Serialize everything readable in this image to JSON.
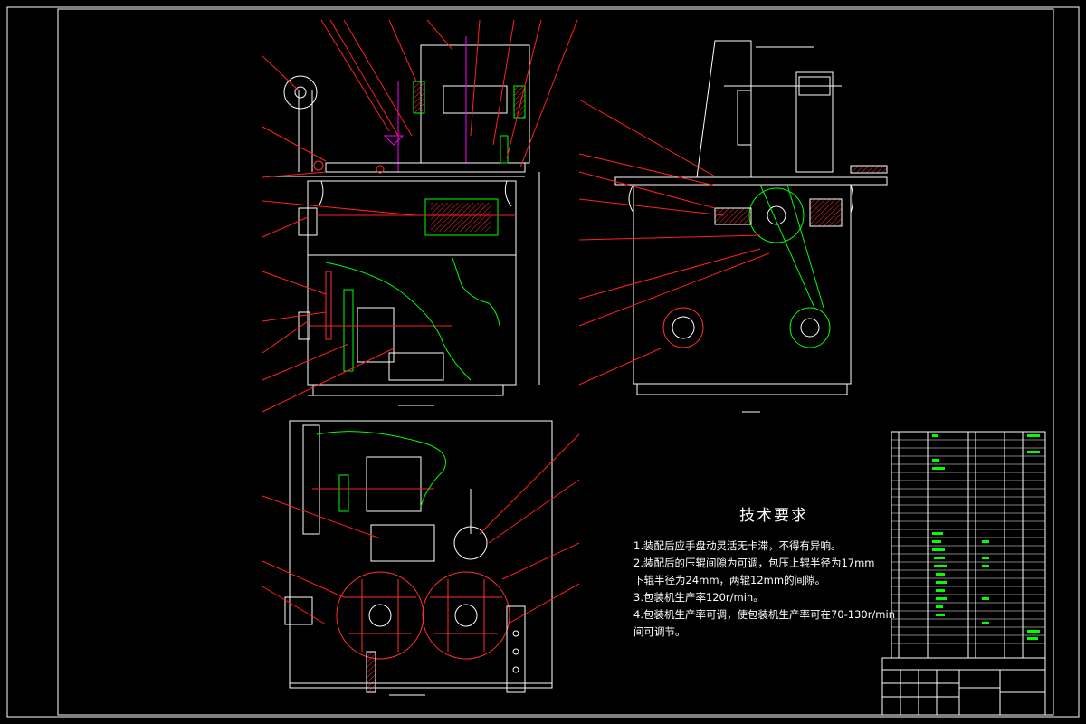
{
  "tech_requirements": {
    "title": "技术要求",
    "lines": [
      "1.装配后应手盘动灵活无卡滞，不得有异响。",
      "2.装配后的压辊间隙为可调，包压上辊半径为17mm",
      "下辊半径为24mm，两辊12mm的间隙。",
      "3.包装机生产率120r/min。",
      "4.包装机生产率可调，使包装机生产率可在70-130r/min",
      "间可调节。"
    ]
  },
  "colors": {
    "background": "#000000",
    "frame": "#ffffff",
    "leader": "#ff2020",
    "part": "#00ff00",
    "accent": "#ff00ff",
    "hatch": "#ff3030"
  }
}
